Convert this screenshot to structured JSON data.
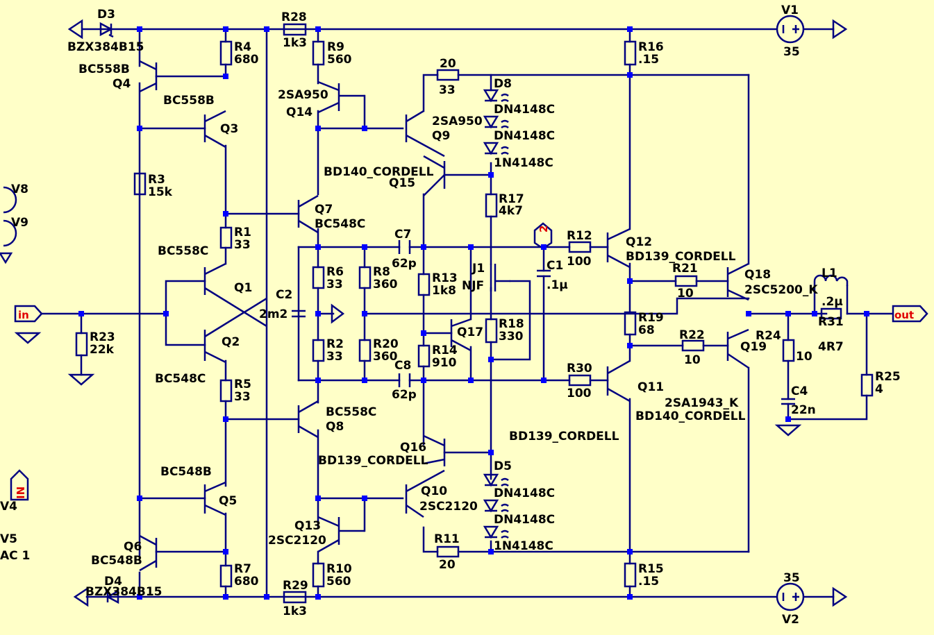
{
  "labels": [
    {
      "id": "D3",
      "t": "D3"
    },
    {
      "id": "BZX1",
      "t": "BZX384B15"
    },
    {
      "id": "R28",
      "t": "R28"
    },
    {
      "id": "R28v",
      "t": "1k3"
    },
    {
      "id": "V1",
      "t": "V1"
    },
    {
      "id": "V1v",
      "t": "35"
    },
    {
      "id": "R4",
      "t": "R4"
    },
    {
      "id": "R4v",
      "t": "680"
    },
    {
      "id": "R9",
      "t": "R9"
    },
    {
      "id": "R9v",
      "t": "560"
    },
    {
      "id": "R16",
      "t": "R16"
    },
    {
      "id": "R16v",
      "t": ".15"
    },
    {
      "id": "BC558B1",
      "t": "BC558B"
    },
    {
      "id": "Q4",
      "t": "Q4"
    },
    {
      "id": "BC558B2",
      "t": "BC558B"
    },
    {
      "id": "Q3",
      "t": "Q3"
    },
    {
      "id": "R20top",
      "t": "20"
    },
    {
      "id": "R33top",
      "t": "33"
    },
    {
      "id": "D8",
      "t": "D8"
    },
    {
      "id": "SA950a",
      "t": "2SA950"
    },
    {
      "id": "Q14",
      "t": "Q14"
    },
    {
      "id": "SA950b",
      "t": "2SA950"
    },
    {
      "id": "Q9",
      "t": "Q9"
    },
    {
      "id": "DN1",
      "t": "DN4148C"
    },
    {
      "id": "DN2",
      "t": "DN4148C"
    },
    {
      "id": "N3",
      "t": "1N4148C"
    },
    {
      "id": "R3",
      "t": "R3"
    },
    {
      "id": "R3v",
      "t": "15k"
    },
    {
      "id": "BD140a",
      "t": "BD140_CORDELL"
    },
    {
      "id": "Q15",
      "t": "Q15"
    },
    {
      "id": "R17",
      "t": "R17"
    },
    {
      "id": "R17v",
      "t": "4k7"
    },
    {
      "id": "V8",
      "t": "V8"
    },
    {
      "id": "V9",
      "t": "V9"
    },
    {
      "id": "Q7",
      "t": "Q7"
    },
    {
      "id": "BC548C1",
      "t": "BC548C"
    },
    {
      "id": "R1",
      "t": "R1"
    },
    {
      "id": "R1v",
      "t": "33"
    },
    {
      "id": "C7",
      "t": "C7"
    },
    {
      "id": "C7v",
      "t": "62p"
    },
    {
      "id": "R12",
      "t": "R12"
    },
    {
      "id": "R12v",
      "t": "100"
    },
    {
      "id": "Q12",
      "t": "Q12"
    },
    {
      "id": "BD139a",
      "t": "BD139_CORDELL"
    },
    {
      "id": "BC558C1",
      "t": "BC558C"
    },
    {
      "id": "R6",
      "t": "R6"
    },
    {
      "id": "R6v",
      "t": "33"
    },
    {
      "id": "R8",
      "t": "R8"
    },
    {
      "id": "R8v",
      "t": "360"
    },
    {
      "id": "R13",
      "t": "R13"
    },
    {
      "id": "R13v",
      "t": "1k8"
    },
    {
      "id": "J1",
      "t": "J1"
    },
    {
      "id": "NJF",
      "t": "NJF"
    },
    {
      "id": "C1",
      "t": "C1"
    },
    {
      "id": "C1v",
      "t": ".1µ"
    },
    {
      "id": "R21",
      "t": "R21"
    },
    {
      "id": "R21v",
      "t": "10"
    },
    {
      "id": "Q18",
      "t": "Q18"
    },
    {
      "id": "SC5200",
      "t": "2SC5200_K"
    },
    {
      "id": "L1",
      "t": "L1"
    },
    {
      "id": "L1v",
      "t": ".2µ"
    },
    {
      "id": "Q1",
      "t": "Q1"
    },
    {
      "id": "C2",
      "t": "C2"
    },
    {
      "id": "C2v",
      "t": "2m2"
    },
    {
      "id": "R31",
      "t": "R31"
    },
    {
      "id": "R31v",
      "t": "4R7"
    },
    {
      "id": "R23",
      "t": "R23"
    },
    {
      "id": "R23v",
      "t": "22k"
    },
    {
      "id": "R18",
      "t": "R18"
    },
    {
      "id": "R18v",
      "t": "330"
    },
    {
      "id": "R19",
      "t": "R19"
    },
    {
      "id": "R19v",
      "t": "68"
    },
    {
      "id": "Q17",
      "t": "Q17"
    },
    {
      "id": "R24",
      "t": "R24"
    },
    {
      "id": "R24v",
      "t": "10"
    },
    {
      "id": "R2",
      "t": "R2"
    },
    {
      "id": "R2v",
      "t": "33"
    },
    {
      "id": "R20",
      "t": "R20"
    },
    {
      "id": "R20v",
      "t": "360"
    },
    {
      "id": "R14",
      "t": "R14"
    },
    {
      "id": "R14v",
      "t": "910"
    },
    {
      "id": "R22",
      "t": "R22"
    },
    {
      "id": "R22v",
      "t": "10"
    },
    {
      "id": "Q19",
      "t": "Q19"
    },
    {
      "id": "Q2",
      "t": "Q2"
    },
    {
      "id": "C8",
      "t": "C8"
    },
    {
      "id": "C8v",
      "t": "62p"
    },
    {
      "id": "R30",
      "t": "R30"
    },
    {
      "id": "R30v",
      "t": "100"
    },
    {
      "id": "Q11",
      "t": "Q11"
    },
    {
      "id": "R25",
      "t": "R25"
    },
    {
      "id": "R25v",
      "t": "4"
    },
    {
      "id": "BC548C2",
      "t": "BC548C"
    },
    {
      "id": "R5",
      "t": "R5"
    },
    {
      "id": "R5v",
      "t": "33"
    },
    {
      "id": "C4",
      "t": "C4"
    },
    {
      "id": "C4v",
      "t": "22n"
    },
    {
      "id": "SA1943",
      "t": "2SA1943_K"
    },
    {
      "id": "BD140b",
      "t": "BD140_CORDELL"
    },
    {
      "id": "BC558C2",
      "t": "BC558C"
    },
    {
      "id": "Q8",
      "t": "Q8"
    },
    {
      "id": "BD139b",
      "t": "BD139_CORDELL"
    },
    {
      "id": "Q16",
      "t": "Q16"
    },
    {
      "id": "BD139c",
      "t": "BD139_CORDELL"
    },
    {
      "id": "D5",
      "t": "D5"
    },
    {
      "id": "BC548B1",
      "t": "BC548B"
    },
    {
      "id": "Q10",
      "t": "Q10"
    },
    {
      "id": "SC2120a",
      "t": "2SC2120"
    },
    {
      "id": "DN3",
      "t": "DN4148C"
    },
    {
      "id": "Q5",
      "t": "Q5"
    },
    {
      "id": "V4",
      "t": "V4"
    },
    {
      "id": "DN4",
      "t": "DN4148C"
    },
    {
      "id": "V5",
      "t": "V5"
    },
    {
      "id": "AC1",
      "t": "AC 1"
    },
    {
      "id": "Q13",
      "t": "Q13"
    },
    {
      "id": "SC2120b",
      "t": "2SC2120"
    },
    {
      "id": "R11",
      "t": "R11"
    },
    {
      "id": "R11v",
      "t": "20"
    },
    {
      "id": "N4",
      "t": "1N4148C"
    },
    {
      "id": "Q6",
      "t": "Q6"
    },
    {
      "id": "BC548B2",
      "t": "BC548B"
    },
    {
      "id": "R7",
      "t": "R7"
    },
    {
      "id": "R7v",
      "t": "680"
    },
    {
      "id": "R10",
      "t": "R10"
    },
    {
      "id": "R10v",
      "t": "560"
    },
    {
      "id": "R15",
      "t": "R15"
    },
    {
      "id": "R15v",
      "t": ".15"
    },
    {
      "id": "D4",
      "t": "D4"
    },
    {
      "id": "BZX2",
      "t": "BZX384B15"
    },
    {
      "id": "R29",
      "t": "R29"
    },
    {
      "id": "R29v",
      "t": "1k3"
    },
    {
      "id": "V2v",
      "t": "35"
    },
    {
      "id": "V2",
      "t": "V2"
    }
  ],
  "net_labels": {
    "in": "in",
    "out": "out",
    "two": "2",
    "IN": "IN"
  }
}
